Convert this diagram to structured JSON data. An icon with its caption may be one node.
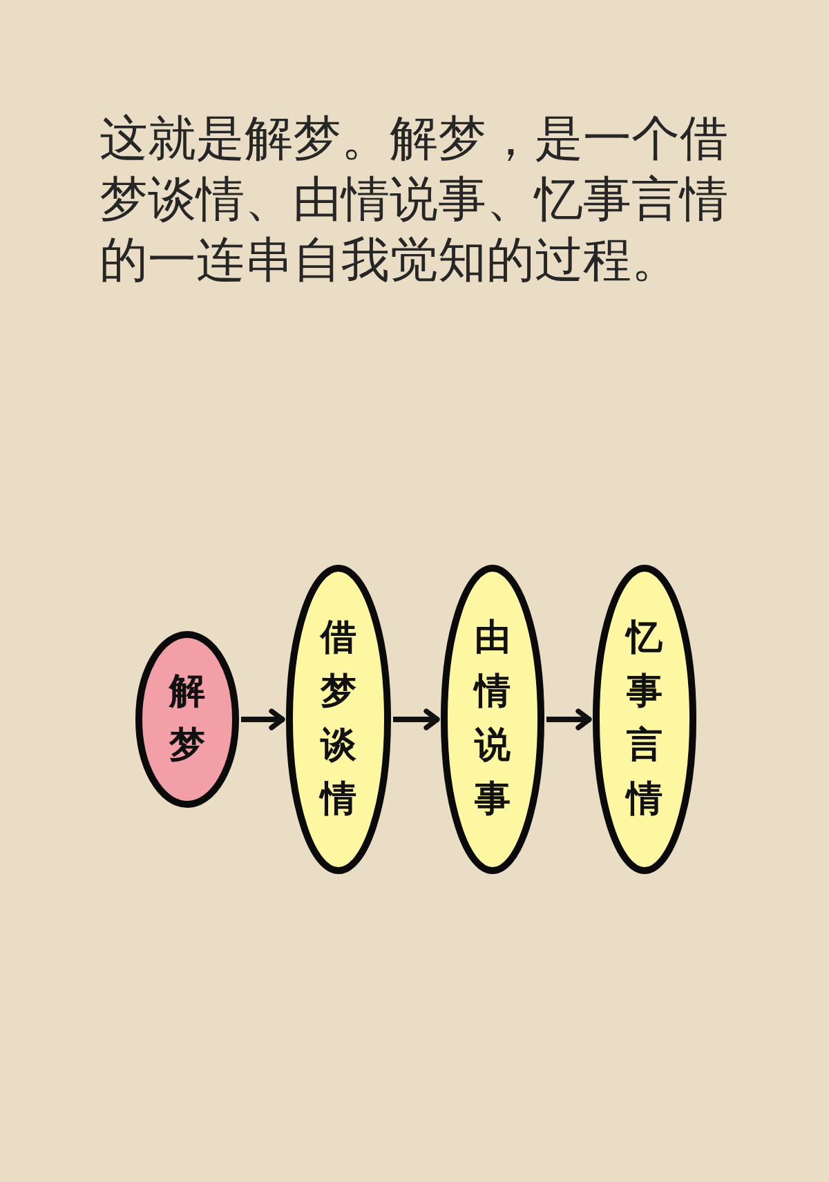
{
  "diagram": {
    "nodes": [
      {
        "text": [
          "解梦"
        ]
      },
      {
        "text": [
          "借梦谈情"
        ]
      },
      {
        "text": [
          "由情说事"
        ]
      },
      {
        "text": [
          "忆事言情"
        ]
      }
    ],
    "edges": [
      {
        "from": 0,
        "to": 1,
        "arrow": "to"
      },
      {
        "from": 1,
        "to": 2,
        "arrow": "to"
      },
      {
        "from": 2,
        "to": 3,
        "arrow": "to"
      }
    ],
    "labels": [
      "这就是解梦。解梦，是一个借梦谈情、由情说事、忆事言情的一连串自我觉知的过程。"
    ]
  }
}
